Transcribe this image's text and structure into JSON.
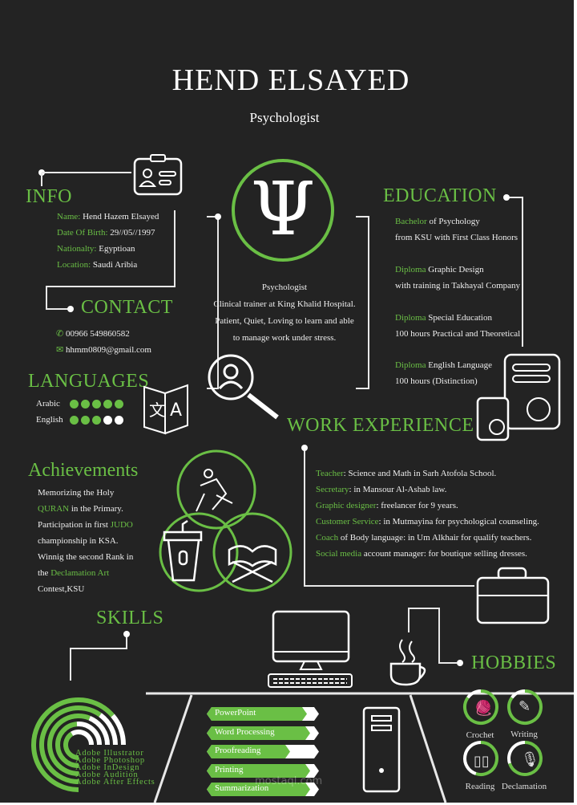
{
  "header": {
    "name": "HEND ELSAYED",
    "title": "Psychologist"
  },
  "center": {
    "symbol": "Ψ",
    "lines": [
      "Psychologist",
      "Clinical trainer at King Khalid Hospital.",
      "Patient, Quiet, Loving to learn and able",
      "to manage work under stress."
    ]
  },
  "info": {
    "heading": "INFO",
    "items": [
      {
        "label": "Name:",
        "value": "Hend Hazem Elsayed"
      },
      {
        "label": "Date Of Birth:",
        "value": "29//05//1997"
      },
      {
        "label": "Nationalty:",
        "value": "Egyptioan"
      },
      {
        "label": "Location:",
        "value": "Saudi Aribia"
      }
    ]
  },
  "contact": {
    "heading": "CONTACT",
    "phone": "00966 549860582",
    "email": "hhmm0809@gmail.com",
    "phone_icon": "phone-icon",
    "email_icon": "envelope-icon"
  },
  "languages": {
    "heading": "LANGUAGES",
    "items": [
      {
        "name": "Arabic",
        "level": 5,
        "max": 5
      },
      {
        "name": "English",
        "level": 3,
        "max": 5
      }
    ]
  },
  "education": {
    "heading": "EDUCATION",
    "items": [
      {
        "label": "Bachelor",
        "text": " of Psychology",
        "line2": "from KSU with First Class Honors"
      },
      {
        "label": "Diploma",
        "text": " Graphic Design",
        "line2": "with training in Takhayal Company"
      },
      {
        "label": "Diploma",
        "text": " Special Education",
        "line2": "100 hours Practical and Theoretical"
      },
      {
        "label": "Diploma",
        "text": " English Language",
        "line2": "100 hours (Distinction)"
      }
    ]
  },
  "work": {
    "heading": "WORK EXPERIENCE",
    "items": [
      {
        "label": "Teacher",
        "text": ": Science and Math in Sarh Atofola School."
      },
      {
        "label": "Secretary",
        "text": ": in Mansour Al-Ashab law."
      },
      {
        "label": "Graphic designer",
        "text": ": freelancer for 9 years."
      },
      {
        "label": "Customer Service",
        "text": ": in Mutmayina for psychological counseling."
      },
      {
        "label": "Coach",
        "text": " of Body language: in Um Alkhair for qualify teachers."
      },
      {
        "label": "Social media",
        "text": " account manager: for boutique selling dresses."
      }
    ]
  },
  "achievements": {
    "heading": "Achievements",
    "lines": [
      [
        {
          "t": "Memorizing the Holy"
        }
      ],
      [
        {
          "t": "QURAN",
          "g": true
        },
        {
          "t": " in the Primary."
        }
      ],
      [
        {
          "t": "Participation in first "
        },
        {
          "t": "JUDO",
          "g": true
        }
      ],
      [
        {
          "t": "championship in KSA."
        }
      ],
      [
        {
          "t": "Winnig the second Rank in"
        }
      ],
      [
        {
          "t": "the "
        },
        {
          "t": "Declamation Art",
          "g": true
        }
      ],
      [
        {
          "t": "Contest,KSU"
        }
      ]
    ]
  },
  "skills": {
    "heading": "SKILLS",
    "software": [
      {
        "name": "Adobe Illustrator",
        "level": 0.85
      },
      {
        "name": "Adobe Photoshop",
        "level": 0.8
      },
      {
        "name": "Adobe InDesign",
        "level": 0.75
      },
      {
        "name": "Adobe Audition",
        "level": 0.65
      },
      {
        "name": "Adobe After Effects",
        "level": 0.55
      }
    ],
    "bars": [
      {
        "name": "PowerPoint",
        "level": 0.85
      },
      {
        "name": "Word Processing",
        "level": 0.88
      },
      {
        "name": "Proofreading",
        "level": 0.7
      },
      {
        "name": "Printing",
        "level": 0.88
      },
      {
        "name": "Summarization",
        "level": 0.88
      }
    ]
  },
  "hobbies": {
    "heading": "HOBBIES",
    "items": [
      {
        "name": "Crochet",
        "level": 0.85
      },
      {
        "name": "Writing",
        "level": 0.85
      },
      {
        "name": "Reading",
        "level": 0.55
      },
      {
        "name": "Declamation",
        "level": 0.7
      }
    ]
  },
  "watermark": "mostaql.com",
  "colors": {
    "accent": "#6abf45",
    "background": "#232323",
    "line": "#e8e8e8"
  }
}
